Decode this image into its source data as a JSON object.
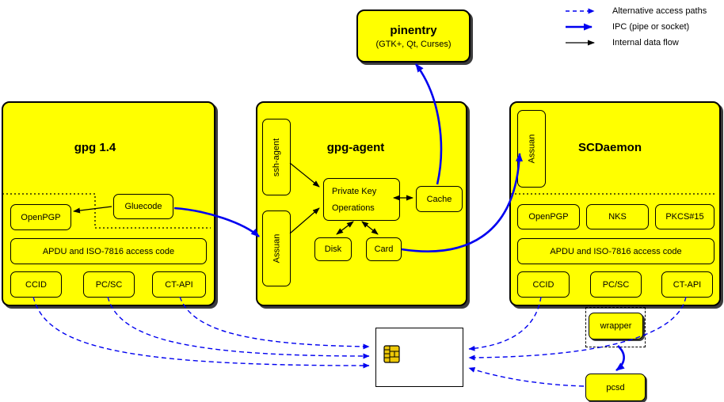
{
  "colors": {
    "box_yellow": "#ffff00",
    "ipc_blue": "#0000f0",
    "line_black": "#000000",
    "shadow": "#3c3c3c",
    "chip_gold": "#eec907",
    "card_white": "#ffffff"
  },
  "icons": {
    "smartcard": "smartcard-icon",
    "chip": "card-chip-icon",
    "dashed_arrow": "dashed-arrow-icon",
    "ipc_arrow": "ipc-arrow-icon",
    "black_arrow": "black-arrow-icon"
  },
  "legend": {
    "alternative": "Alternative access paths",
    "ipc": "IPC (pipe or socket)",
    "internal": "Internal data flow"
  },
  "pinentry": {
    "title": "pinentry",
    "subtitle": "(GTK+, Qt, Curses)"
  },
  "gpg14": {
    "title": "gpg 1.4",
    "openpgp": "OpenPGP",
    "gluecode": "Gluecode",
    "apdu": "APDU and ISO-7816 access code",
    "ccid": "CCID",
    "pcsc": "PC/SC",
    "ctapi": "CT-API"
  },
  "gpg_agent": {
    "title": "gpg-agent",
    "ssh_agent": "ssh-agent",
    "assuan": "Assuan",
    "pko_line1": "Private Key",
    "pko_line2": "Operations",
    "cache": "Cache",
    "disk": "Disk",
    "card": "Card"
  },
  "scdaemon": {
    "title": "SCDaemon",
    "assuan": "Assuan",
    "openpgp": "OpenPGP",
    "nks": "NKS",
    "pkcs15": "PKCS#15",
    "apdu": "APDU and ISO-7816 access code",
    "ccid": "CCID",
    "pcsc": "PC/SC",
    "ctapi": "CT-API"
  },
  "peripherals": {
    "wrapper": "wrapper",
    "pcsd": "pcsd"
  }
}
